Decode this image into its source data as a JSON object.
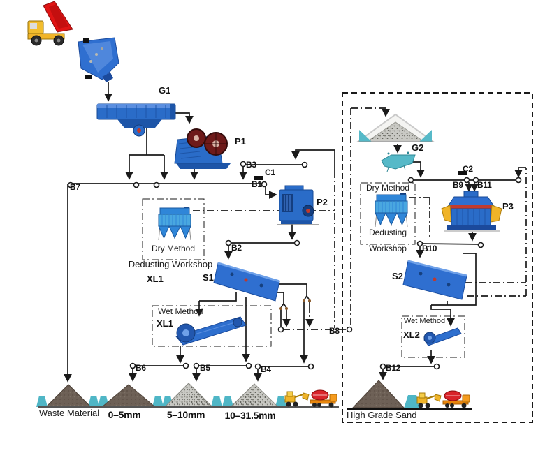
{
  "diagram": {
    "labels": {
      "g1": "G1",
      "p1": "P1",
      "p2": "P2",
      "p3": "P3",
      "s1": "S1",
      "s2": "S2",
      "g2": "G2",
      "b1": "B1",
      "b2": "B2",
      "b3": "B3",
      "b4": "B4",
      "b5": "B5",
      "b6": "B6",
      "b7": "B7",
      "b8": "B8",
      "b9": "B9",
      "b10": "B10",
      "b11": "B11",
      "b12": "B12",
      "c1": "C1",
      "c2": "C2",
      "xl1_dry": "XL1",
      "xl1_wet": "XL1",
      "xl2_wet": "XL2",
      "dry_method_left": "Dry Method",
      "dedusting_workshop_left": "Dedusting Workshop",
      "wet_method_left": "Wet Method",
      "dry_method_right": "Dry Method",
      "dedusting_right": "Dedusting",
      "workshop_right": "Workshop",
      "wet_method_right": "Wet Method",
      "waste_material": "Waste Material",
      "size_0_5": "0–5mm",
      "size_5_10": "5–10mm",
      "size_10_31": "10–31.5mm",
      "high_grade_sand": "High Grade Sand"
    },
    "colors": {
      "line": "#1a1a1a",
      "machine_blue": "#2a6cc8",
      "machine_blue_dark": "#1b4a9c",
      "collector_blue": "#49a7e0",
      "teal": "#4fb6c6",
      "flywheel_red": "#6e1a1a",
      "truck_red": "#e01414",
      "truck_yellow": "#f0b429",
      "mixer_orange": "#f59b1e",
      "drum_red": "#d8232a",
      "pile_brown": "#6d6056",
      "gravel_gray": "#c9c9c4",
      "accent_red": "#c0392b"
    }
  }
}
